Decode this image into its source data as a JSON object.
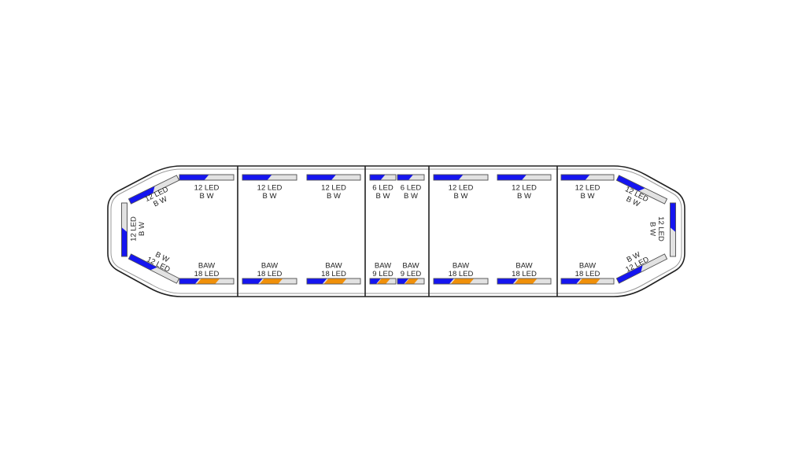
{
  "colors": {
    "blue": "#1515f0",
    "amber": "#f0900a",
    "white": "#e2e2e2",
    "outline": "#222222"
  },
  "top_modules": [
    {
      "lines": [
        "12 LED",
        "B W"
      ],
      "pattern": "BW"
    },
    {
      "lines": [
        "12 LED",
        "B W"
      ],
      "pattern": "BW"
    },
    {
      "lines": [
        "12 LED",
        "B W"
      ],
      "pattern": "BW"
    },
    {
      "lines": [
        "6 LED",
        "B W"
      ],
      "pattern": "BW"
    },
    {
      "lines": [
        "6 LED",
        "B W"
      ],
      "pattern": "BW"
    },
    {
      "lines": [
        "12 LED",
        "B W"
      ],
      "pattern": "BW"
    },
    {
      "lines": [
        "12 LED",
        "B W"
      ],
      "pattern": "BW"
    },
    {
      "lines": [
        "12 LED",
        "B W"
      ],
      "pattern": "BW"
    }
  ],
  "bottom_modules": [
    {
      "lines": [
        "BAW",
        "18 LED"
      ],
      "pattern": "BAW"
    },
    {
      "lines": [
        "BAW",
        "18 LED"
      ],
      "pattern": "BAW"
    },
    {
      "lines": [
        "BAW",
        "18 LED"
      ],
      "pattern": "BAW"
    },
    {
      "lines": [
        "BAW",
        "9 LED"
      ],
      "pattern": "BAW"
    },
    {
      "lines": [
        "BAW",
        "9 LED"
      ],
      "pattern": "BAW"
    },
    {
      "lines": [
        "BAW",
        "18 LED"
      ],
      "pattern": "BAW"
    },
    {
      "lines": [
        "BAW",
        "18 LED"
      ],
      "pattern": "BAW"
    },
    {
      "lines": [
        "BAW",
        "18 LED"
      ],
      "pattern": "BAW"
    }
  ],
  "corner_modules": [
    {
      "position": "left-upper",
      "lines": [
        "12 LED",
        "B W"
      ],
      "pattern": "BW"
    },
    {
      "position": "left-end",
      "lines": [
        "12 LED",
        "B W"
      ],
      "pattern": "BW"
    },
    {
      "position": "left-lower",
      "lines": [
        "B W",
        "12 LED"
      ],
      "pattern": "BW"
    },
    {
      "position": "right-upper",
      "lines": [
        "12 LED",
        "B W"
      ],
      "pattern": "BW"
    },
    {
      "position": "right-end",
      "lines": [
        "12 LED",
        "B W"
      ],
      "pattern": "BW"
    },
    {
      "position": "right-lower",
      "lines": [
        "B W",
        "12 LED"
      ],
      "pattern": "BW"
    }
  ]
}
